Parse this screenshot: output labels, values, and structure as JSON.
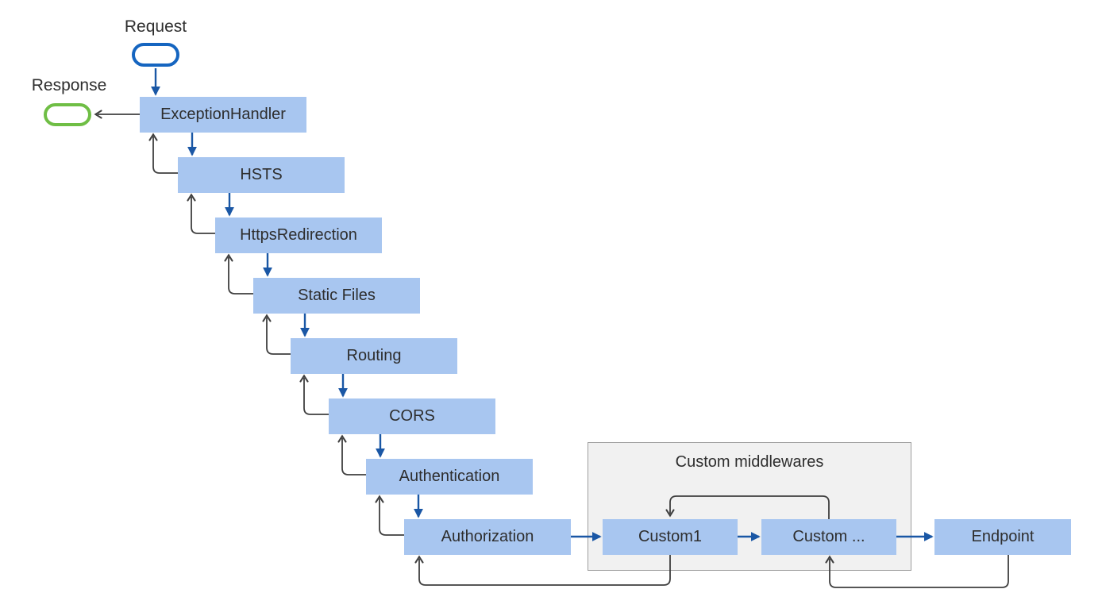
{
  "colors": {
    "node_fill": "#a8c6f0",
    "node_text": "#2e2e2e",
    "flow_arrow": "#1a57a5",
    "return_arrow": "#3f3f3f",
    "request_stroke": "#1565c0",
    "response_stroke": "#6fbe45",
    "container_fill": "#f1f1f1",
    "container_border": "#9e9e9e",
    "background": "#ffffff"
  },
  "labels": {
    "request": "Request",
    "response": "Response",
    "container_title": "Custom middlewares"
  },
  "pipeline": [
    {
      "id": "exception-handler",
      "label": "ExceptionHandler"
    },
    {
      "id": "hsts",
      "label": "HSTS"
    },
    {
      "id": "https-redirection",
      "label": "HttpsRedirection"
    },
    {
      "id": "static-files",
      "label": "Static Files"
    },
    {
      "id": "routing",
      "label": "Routing"
    },
    {
      "id": "cors",
      "label": "CORS"
    },
    {
      "id": "authentication",
      "label": "Authentication"
    },
    {
      "id": "authorization",
      "label": "Authorization"
    }
  ],
  "custom_middlewares": [
    {
      "id": "custom1",
      "label": "Custom1"
    },
    {
      "id": "custom-more",
      "label": "Custom ..."
    }
  ],
  "endpoint": {
    "label": "Endpoint"
  }
}
